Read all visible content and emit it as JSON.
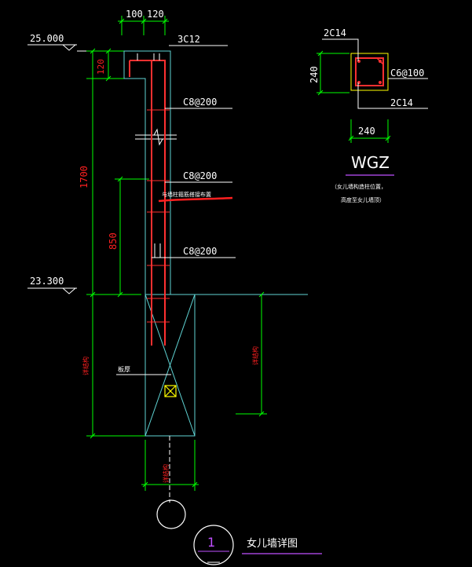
{
  "drawing": {
    "background": "#000000",
    "colors": {
      "dim": "#00ff00",
      "text": "#ffffff",
      "outline": "#5fd3d3",
      "rebar": "#ff3030",
      "marker": "#ffff00",
      "magenta": "#c050ff",
      "redtext": "#ff2020"
    },
    "dims": {
      "top_a": "100",
      "top_b": "120",
      "cap": "120",
      "height": "1700",
      "mid": "850",
      "sec_h": "240",
      "sec_w": "240"
    },
    "elev": {
      "top": "25.000",
      "base": "23.300"
    },
    "rebar_labels": {
      "top_bars": "3C12",
      "stirrup_1": "C8@200",
      "stirrup_2": "C8@200",
      "stirrup_3": "C8@200"
    },
    "section": {
      "top_bars": "2C14",
      "bottom_bars": "2C14",
      "stirrup": "C6@100",
      "name": "WGZ",
      "note_1": "（女儿墙构造柱位置，",
      "note_2": "高度至女儿墙顶）"
    },
    "annotations": {
      "red_note": "与墙柱箍筋搭接布置",
      "left_red": "详结构",
      "right_red": "详结构",
      "bottom_red": "详结构",
      "slab": "板厚"
    },
    "title": {
      "number": "1",
      "text": "女儿墙详图"
    }
  }
}
